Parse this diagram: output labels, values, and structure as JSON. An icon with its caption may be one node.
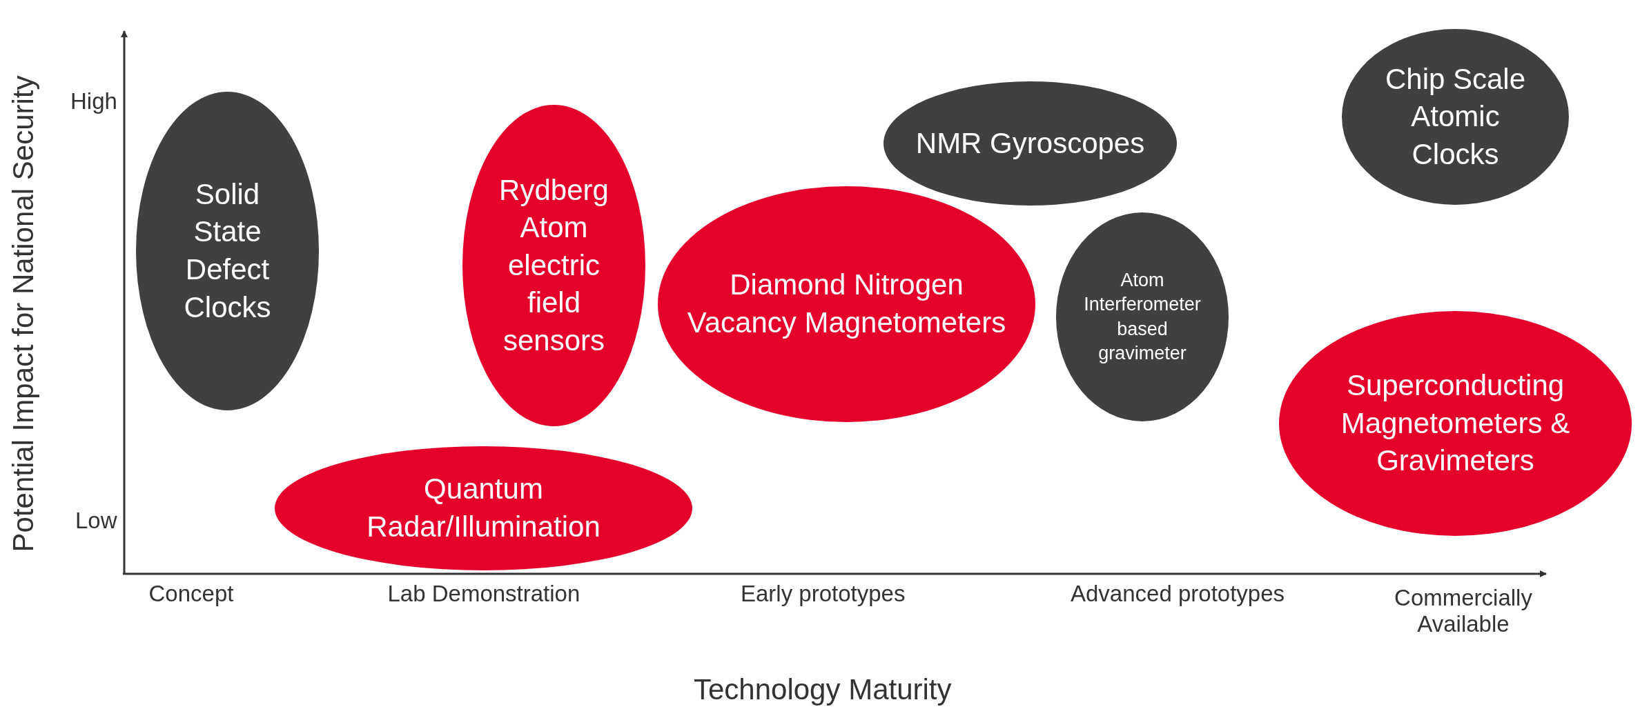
{
  "diagram": {
    "nodes": [
      {
        "text": [
          "Solid State Defect Clocks"
        ]
      },
      {
        "text": [
          "Rydberg Atom electric field sensors"
        ]
      },
      {
        "text": [
          "Quantum Radar/Illumination"
        ]
      },
      {
        "text": [
          "Diamond Nitrogen Vacancy Magnetometers"
        ]
      },
      {
        "text": [
          "NMR Gyroscopes"
        ]
      },
      {
        "text": [
          "Atom Interferometer based gravimeter"
        ]
      },
      {
        "text": [
          "Chip Scale Atomic Clocks"
        ]
      },
      {
        "text": [
          "Superconducting Magnetometers & Gravimeters"
        ]
      }
    ],
    "edges": [],
    "labels": [
      "High",
      "Low",
      "Potential Impact for National Security",
      "Concept",
      "Lab Demonstration",
      "Early prototypes",
      "Advanced prototypes",
      "Commercially Available",
      "Technology Maturity"
    ]
  }
}
